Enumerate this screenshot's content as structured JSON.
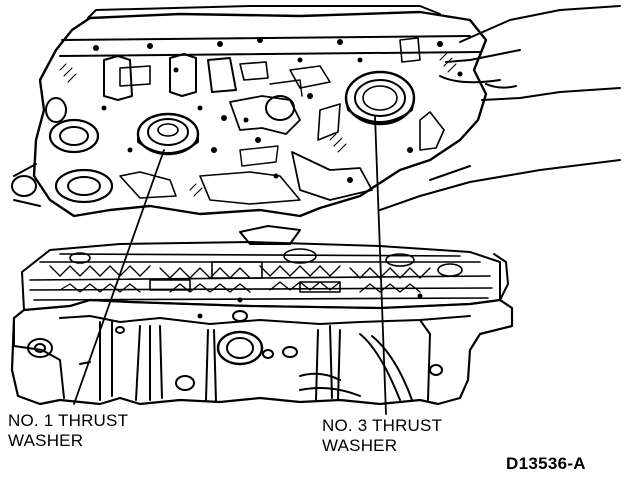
{
  "callouts": {
    "washer_1": {
      "line1": "NO. 1 THRUST",
      "line2": "WASHER"
    },
    "washer_3": {
      "line1": "NO. 3 THRUST",
      "line2": "WASHER"
    }
  },
  "figure_id": "D13536-A",
  "colors": {
    "ink": "#000000",
    "paper": "#ffffff"
  }
}
